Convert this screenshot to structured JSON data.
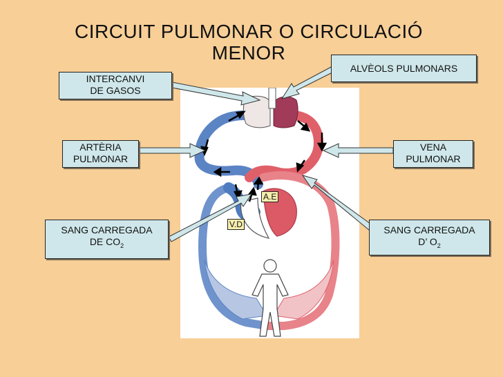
{
  "title": {
    "line1": "CIRCUIT PULMONAR O CIRCULACIÓ",
    "line2": "MENOR"
  },
  "labels": {
    "intercanvi": {
      "line1": "INTERCANVI",
      "line2": "DE GASOS"
    },
    "alveols": "ALVÈOLS PULMONARS",
    "arteria": {
      "line1": "ARTÈRIA",
      "line2": "PULMONAR"
    },
    "vena": {
      "line1": "VENA",
      "line2": "PULMONAR"
    },
    "sang_co2": {
      "line1": "SANG CARREGADA",
      "line2_main": "DE CO",
      "line2_sub": "2"
    },
    "sang_o2": {
      "line1": "SANG CARREGADA",
      "line2_main": "D’ O",
      "line2_sub": "2"
    }
  },
  "heart_tags": {
    "ae": "A.E",
    "vd": "V.D"
  },
  "colors": {
    "background": "#f7cf97",
    "label_bg": "#cfe7ea",
    "deoxygenated": "#5b84c4",
    "oxygenated": "#e0606a"
  }
}
